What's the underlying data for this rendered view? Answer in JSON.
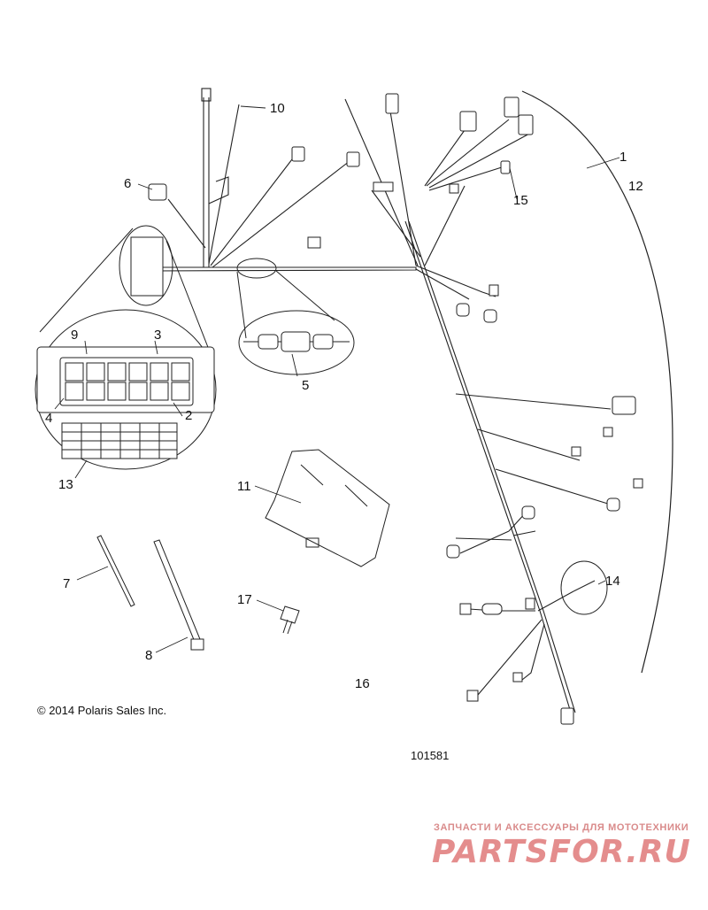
{
  "diagram": {
    "callouts": [
      {
        "id": "c1",
        "label": "1"
      },
      {
        "id": "c2",
        "label": "2"
      },
      {
        "id": "c3",
        "label": "3"
      },
      {
        "id": "c4",
        "label": "4"
      },
      {
        "id": "c5",
        "label": "5"
      },
      {
        "id": "c6",
        "label": "6"
      },
      {
        "id": "c7",
        "label": "7"
      },
      {
        "id": "c8",
        "label": "8"
      },
      {
        "id": "c9",
        "label": "9"
      },
      {
        "id": "c10",
        "label": "10"
      },
      {
        "id": "c11",
        "label": "11"
      },
      {
        "id": "c12",
        "label": "12"
      },
      {
        "id": "c13",
        "label": "13"
      },
      {
        "id": "c14",
        "label": "14"
      },
      {
        "id": "c15",
        "label": "15"
      },
      {
        "id": "c16",
        "label": "16"
      },
      {
        "id": "c17",
        "label": "17"
      }
    ],
    "copyright": "© 2014 Polaris Sales Inc.",
    "document_number": "101581"
  },
  "watermark": {
    "tagline": "ЗАПЧАСТИ И АКСЕССУАРЫ ДЛЯ МОТОТЕХНИКИ",
    "logo": "PARTSFOR.RU",
    "color": "#e07a7a"
  },
  "colors": {
    "line": "#222222",
    "background": "#ffffff"
  }
}
